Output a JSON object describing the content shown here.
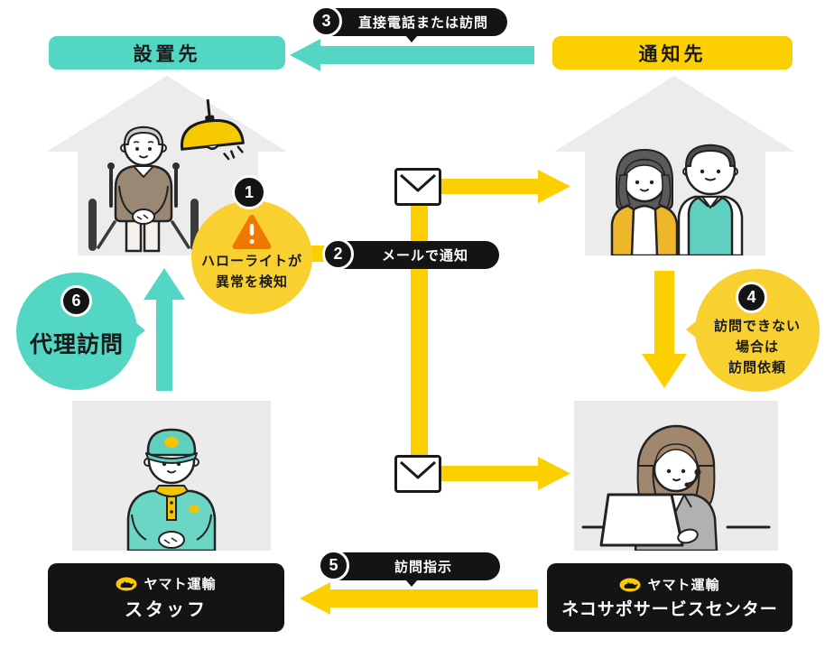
{
  "boxes": {
    "installation_label": "設置先",
    "notification_label": "通知先"
  },
  "steps": {
    "s1": {
      "num": "1",
      "line1": "ハローライトが",
      "line2": "異常を検知"
    },
    "s2": {
      "num": "2",
      "label": "メールで通知"
    },
    "s3": {
      "num": "3",
      "label": "直接電話または訪問"
    },
    "s4": {
      "num": "4",
      "line1": "訪問できない",
      "line2": "場合は",
      "line3": "訪問依頼"
    },
    "s5": {
      "num": "5",
      "label": "訪問指示"
    },
    "s6": {
      "num": "6",
      "label": "代理訪問"
    }
  },
  "bottom_boxes": {
    "staff": {
      "brand": "ヤマト運輸",
      "label": "スタッフ"
    },
    "center": {
      "brand": "ヤマト運輸",
      "label": "ネコサポサービスセンター"
    }
  },
  "icons": {
    "email": "envelope-icon",
    "alert": "warning-icon",
    "brand": "yamato-cat-logo"
  },
  "colors": {
    "teal": "#53D6C3",
    "yellow": "#FBCF00",
    "circle_yellow": "#F8D030",
    "black": "#141414",
    "warning_orange": "#EE7800",
    "house_gray": "#ECECEC",
    "photo_gray": "#EBEBEB"
  }
}
